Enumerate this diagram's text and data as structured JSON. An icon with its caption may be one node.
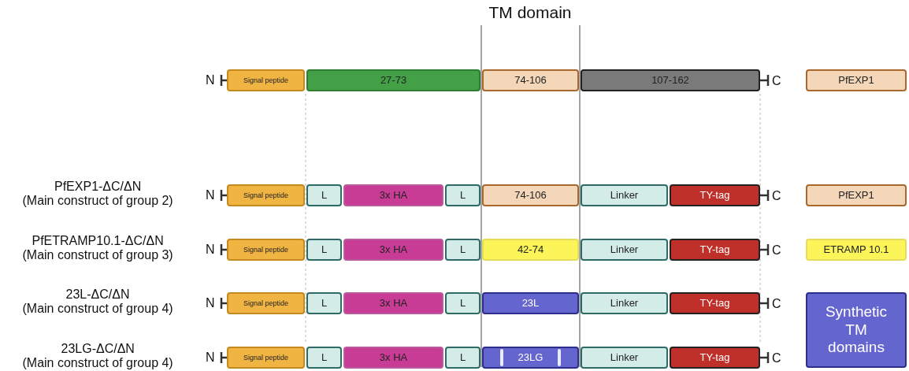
{
  "diagram": {
    "nodes": [
      {
        "text": [
          "Signal peptide"
        ]
      },
      {
        "text": [
          "27-73"
        ]
      },
      {
        "text": [
          "74-106"
        ]
      },
      {
        "text": [
          "107-162"
        ]
      },
      {
        "text": [
          "PfEXP1"
        ]
      },
      {
        "text": [
          "Signal peptide"
        ]
      },
      {
        "text": [
          "L"
        ]
      },
      {
        "text": [
          "3x HA"
        ]
      },
      {
        "text": [
          "L"
        ]
      },
      {
        "text": [
          "74-106"
        ]
      },
      {
        "text": [
          "Linker"
        ]
      },
      {
        "text": [
          "TY-tag"
        ]
      },
      {
        "text": [
          "PfEXP1"
        ]
      },
      {
        "text": [
          "Signal peptide"
        ]
      },
      {
        "text": [
          "L"
        ]
      },
      {
        "text": [
          "3x HA"
        ]
      },
      {
        "text": [
          "L"
        ]
      },
      {
        "text": [
          "42-74"
        ]
      },
      {
        "text": [
          "Linker"
        ]
      },
      {
        "text": [
          "TY-tag"
        ]
      },
      {
        "text": [
          "ETRAMP 10.1"
        ]
      },
      {
        "text": [
          "Signal peptide"
        ]
      },
      {
        "text": [
          "L"
        ]
      },
      {
        "text": [
          "3x HA"
        ]
      },
      {
        "text": [
          "L"
        ]
      },
      {
        "text": [
          "23L"
        ]
      },
      {
        "text": [
          "Linker"
        ]
      },
      {
        "text": [
          "TY-tag"
        ]
      },
      {
        "text": [
          "Synthetic TM domains"
        ]
      },
      {
        "text": [
          "Signal peptide"
        ]
      },
      {
        "text": [
          "L"
        ]
      },
      {
        "text": [
          "3x HA"
        ]
      },
      {
        "text": [
          "L"
        ]
      },
      {
        "text": [
          "23LG"
        ]
      },
      {
        "text": [
          "Linker"
        ]
      },
      {
        "text": [
          "TY-tag"
        ]
      }
    ],
    "labels": [
      "TM domain",
      "N",
      "C",
      "PfEXP1-ΔC/ΔN",
      "(Main construct of group 2)",
      "N",
      "C",
      "PfETRAMP10.1-ΔC/ΔN",
      "(Main construct of group 3)",
      "N",
      "C",
      "23L-ΔC/ΔN",
      "(Main construct of group 4)",
      "N",
      "C",
      "23LG-ΔC/ΔN",
      "(Main construct of group 4)",
      "N",
      "C"
    ]
  }
}
